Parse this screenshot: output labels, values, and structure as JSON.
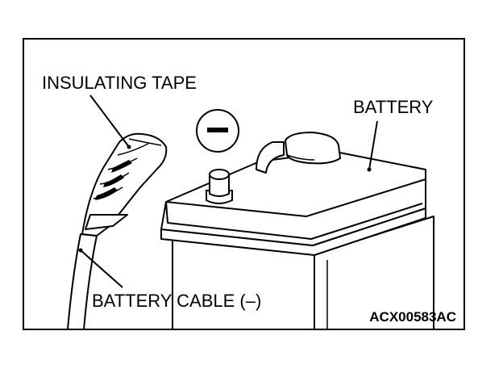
{
  "labels": {
    "insulating_tape": "INSULATING TAPE",
    "battery": "BATTERY",
    "battery_cable": "BATTERY CABLE (–)",
    "figure_code": "ACX00583AC"
  },
  "colors": {
    "ink": "#000000",
    "paper": "#ffffff"
  }
}
